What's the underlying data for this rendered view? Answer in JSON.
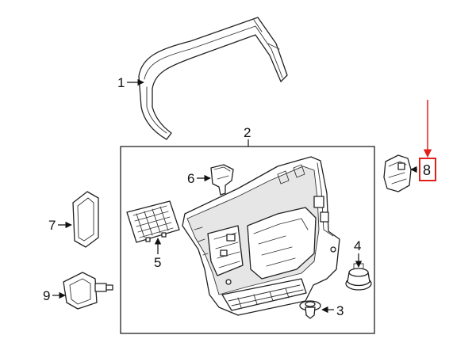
{
  "callouts": {
    "c1": "1",
    "c2": "2",
    "c3": "3",
    "c4": "4",
    "c5": "5",
    "c6": "6",
    "c7": "7",
    "c8": "8",
    "c9": "9"
  },
  "colors": {
    "highlight": "#e0201b",
    "line": "#222222",
    "background": "#ffffff"
  }
}
